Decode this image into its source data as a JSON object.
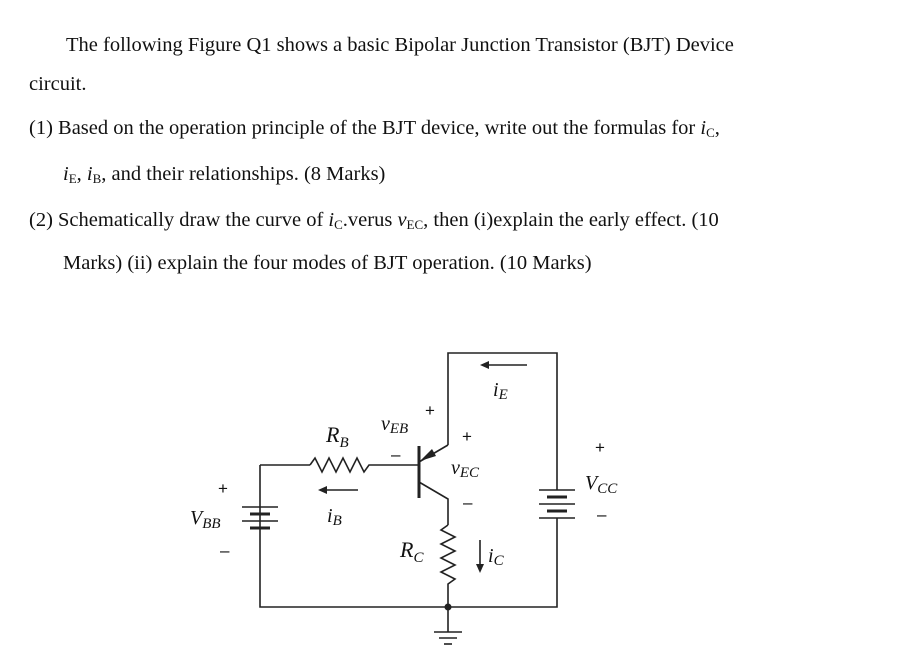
{
  "question": {
    "intro_line1": "The following Figure Q1 shows a basic Bipolar Junction Transistor (BJT) Device",
    "intro_line2": "circuit.",
    "part1_line1_prefix": "(1) Based on the operation principle of the BJT device, write out the formulas for ",
    "part1_line2_suffix": ", and their relationships. (8 Marks)",
    "part2_line1_prefix": "(2) Schematically draw the curve of ",
    "part2_line1_mid": ".verus ",
    "part2_line1_suffix": ", then (i)explain the early effect. (10",
    "part2_line2": "Marks) (ii) explain the four modes of BJT operation. (10 Marks)"
  },
  "symbols": {
    "i": "i",
    "v": "v",
    "C": "C",
    "E": "E",
    "B": "B",
    "EC": "EC",
    "comma": ",",
    "comma_sp": ", "
  },
  "circuit": {
    "R_B": "R",
    "R_B_sub": "B",
    "R_C": "R",
    "R_C_sub": "C",
    "v_EB": "v",
    "v_EB_sub": "EB",
    "v_EC": "v",
    "v_EC_sub": "EC",
    "i_E": "i",
    "i_E_sub": "E",
    "i_B": "i",
    "i_B_sub": "B",
    "i_C": "i",
    "i_C_sub": "C",
    "V_BB": "V",
    "V_BB_sub": "BB",
    "V_CC": "V",
    "V_CC_sub": "CC",
    "plus": "+",
    "minus": "–"
  }
}
